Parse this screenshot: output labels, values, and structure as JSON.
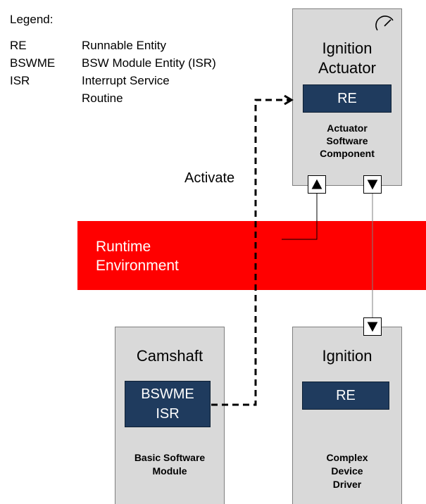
{
  "legend": {
    "title": "Legend:",
    "rows": [
      {
        "abbr": "RE",
        "meaning": "Runnable Entity"
      },
      {
        "abbr": "BSWME",
        "meaning": "BSW Module Entity (ISR)"
      },
      {
        "abbr": "ISR",
        "meaning": "Interrupt Service"
      },
      {
        "abbr": "",
        "meaning": "Routine"
      }
    ]
  },
  "ignition_actuator": {
    "title_line1": "Ignition",
    "title_line2": "Actuator",
    "re_label": "RE",
    "caption_line1": "Actuator",
    "caption_line2": "Software",
    "caption_line3": "Component",
    "sensor_icon": "gauge-icon"
  },
  "activate_label": "Activate",
  "rte": {
    "line1": "Runtime",
    "line2": "Environment"
  },
  "camshaft": {
    "title": "Camshaft",
    "bswme_line1": "BSWME",
    "bswme_line2": "ISR",
    "caption_line1": "Basic Software",
    "caption_line2": "Module"
  },
  "ignition": {
    "title": "Ignition",
    "re_label": "RE",
    "caption_line1": "Complex",
    "caption_line2": "Device",
    "caption_line3": "Driver"
  },
  "colors": {
    "component_fill": "#d9d9d9",
    "re_fill": "#1f3b5e",
    "rte_fill": "#ff0000",
    "text_on_dark": "#ffffff"
  }
}
